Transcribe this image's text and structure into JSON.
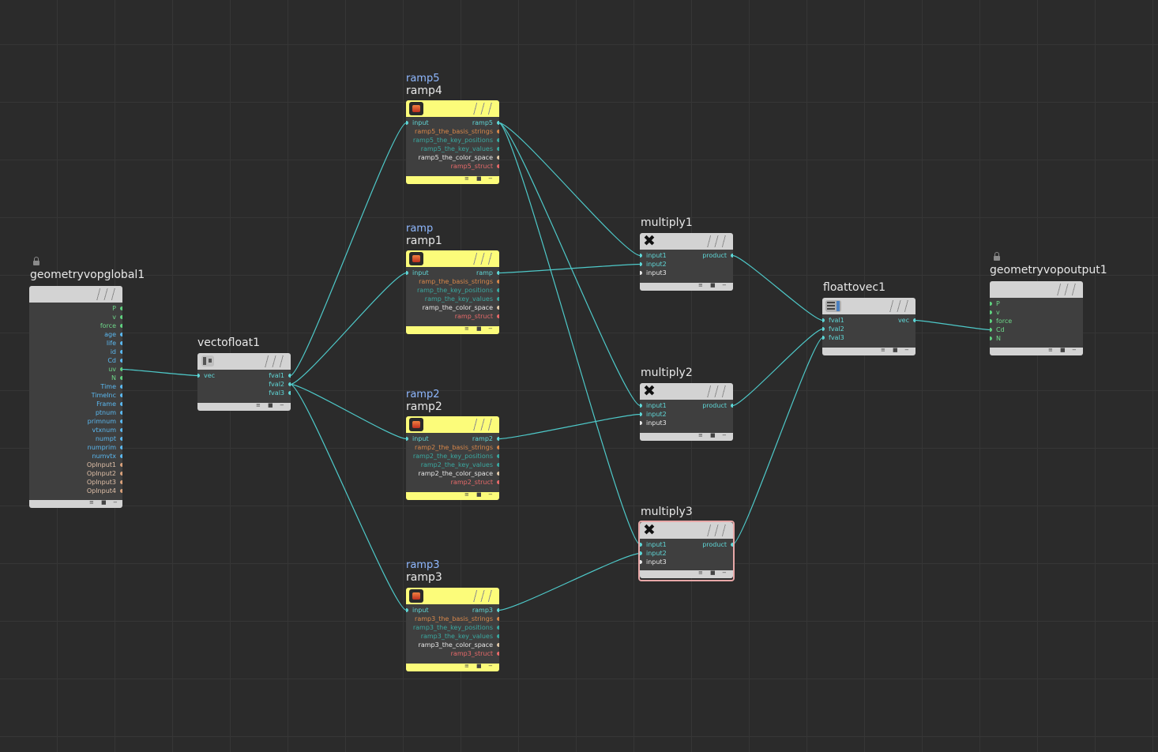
{
  "nodes": {
    "global": {
      "name": "geometryvopglobal1",
      "outputs": [
        "P",
        "v",
        "force",
        "age",
        "life",
        "id",
        "Cd",
        "uv",
        "N",
        "Time",
        "TimeInc",
        "Frame",
        "ptnum",
        "primnum",
        "vtxnum",
        "numpt",
        "numprim",
        "numvtx",
        "OpInput1",
        "OpInput2",
        "OpInput3",
        "OpInput4"
      ]
    },
    "vectofloat": {
      "name": "vectofloat1",
      "inputs": [
        "vec"
      ],
      "outputs": [
        "fval1",
        "fval2",
        "fval3"
      ]
    },
    "ramp4": {
      "sub": "ramp5",
      "name": "ramp4",
      "inputs": [
        "input"
      ],
      "outputs": [
        "ramp5",
        "ramp5_the_basis_strings",
        "ramp5_the_key_positions",
        "ramp5_the_key_values",
        "ramp5_the_color_space",
        "ramp5_struct"
      ]
    },
    "ramp1": {
      "sub": "ramp",
      "name": "ramp1",
      "inputs": [
        "input"
      ],
      "outputs": [
        "ramp",
        "ramp_the_basis_strings",
        "ramp_the_key_positions",
        "ramp_the_key_values",
        "ramp_the_color_space",
        "ramp_struct"
      ]
    },
    "ramp2": {
      "sub": "ramp2",
      "name": "ramp2",
      "inputs": [
        "input"
      ],
      "outputs": [
        "ramp2",
        "ramp2_the_basis_strings",
        "ramp2_the_key_positions",
        "ramp2_the_key_values",
        "ramp2_the_color_space",
        "ramp2_struct"
      ]
    },
    "ramp3": {
      "sub": "ramp3",
      "name": "ramp3",
      "inputs": [
        "input"
      ],
      "outputs": [
        "ramp3",
        "ramp3_the_basis_strings",
        "ramp3_the_key_positions",
        "ramp3_the_key_values",
        "ramp3_the_color_space",
        "ramp3_struct"
      ]
    },
    "multiply1": {
      "name": "multiply1",
      "inputs": [
        "input1",
        "input2",
        "input3"
      ],
      "outputs": [
        "product"
      ]
    },
    "multiply2": {
      "name": "multiply2",
      "inputs": [
        "input1",
        "input2",
        "input3"
      ],
      "outputs": [
        "product"
      ]
    },
    "multiply3": {
      "name": "multiply3",
      "inputs": [
        "input1",
        "input2",
        "input3"
      ],
      "outputs": [
        "product"
      ]
    },
    "floattovec": {
      "name": "floattovec1",
      "inputs": [
        "fval1",
        "fval2",
        "fval3"
      ],
      "outputs": [
        "vec"
      ]
    },
    "output": {
      "name": "geometryvopoutput1",
      "inputs": [
        "P",
        "v",
        "force",
        "Cd",
        "N"
      ]
    }
  },
  "colors": {
    "background": "#2b2b2b",
    "wire": "#4ec9c9",
    "header_gray": "#d3d3d3",
    "header_yellow": "#fcfc7a",
    "node_body": "#3f3f3f",
    "subtitle": "#8fb8ff",
    "selection": "#e8a8a8"
  }
}
